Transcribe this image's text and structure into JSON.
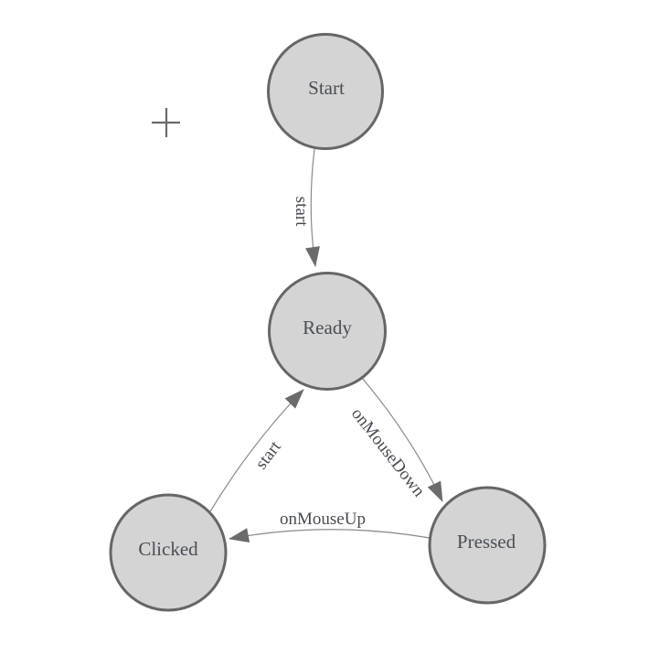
{
  "page": {
    "background": "#ffffff"
  },
  "diagram": {
    "type": "state-machine-graph",
    "nodes": [
      {
        "id": "start",
        "label": "Start"
      },
      {
        "id": "ready",
        "label": "Ready"
      },
      {
        "id": "clicked",
        "label": "Clicked"
      },
      {
        "id": "pressed",
        "label": "Pressed"
      }
    ],
    "edges": [
      {
        "from": "Start",
        "to": "Ready",
        "label": "start"
      },
      {
        "from": "Ready",
        "to": "Pressed",
        "label": "onMouseDown"
      },
      {
        "from": "Pressed",
        "to": "Clicked",
        "label": "onMouseUp"
      },
      {
        "from": "Clicked",
        "to": "Ready",
        "label": "start"
      }
    ],
    "icons": {
      "crosshair": "+"
    },
    "colors": {
      "node_fill": "#d4d4d4",
      "node_border": "#666666",
      "edge_line": "#8a8a8a",
      "arrowhead": "#6b6b6b",
      "label_text": "#4a4e55",
      "crosshair": "#6b6b6b"
    }
  }
}
